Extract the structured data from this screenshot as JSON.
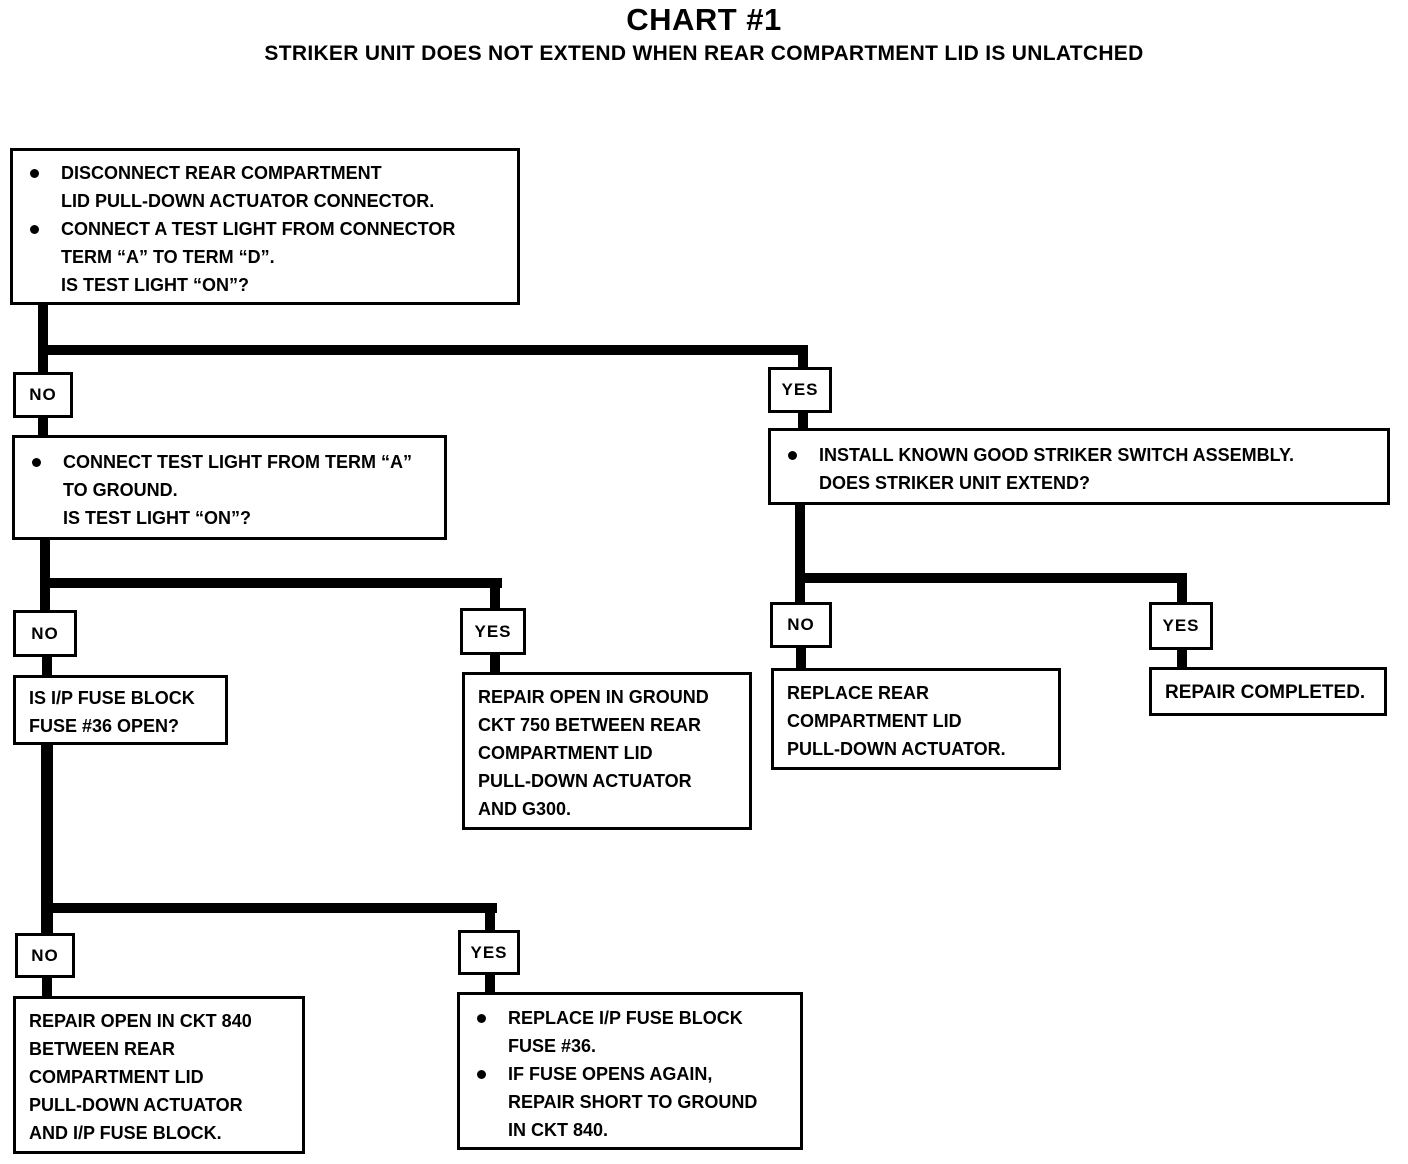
{
  "title": "CHART #1",
  "subtitle": "STRIKER UNIT DOES NOT EXTEND WHEN REAR COMPARTMENT LID IS UNLATCHED",
  "labels": {
    "no": "NO",
    "yes": "YES"
  },
  "colors": {
    "ink": "#000000",
    "paper": "#ffffff"
  },
  "nodes": {
    "start": {
      "lines": [
        {
          "bullet": true,
          "text": "DISCONNECT REAR COMPARTMENT"
        },
        {
          "bullet": false,
          "text": "LID PULL-DOWN ACTUATOR CONNECTOR."
        },
        {
          "bullet": true,
          "text": "CONNECT A TEST LIGHT FROM CONNECTOR"
        },
        {
          "bullet": false,
          "text": "TERM “A” TO TERM “D”."
        },
        {
          "bullet": false,
          "text": "IS TEST LIGHT “ON”?"
        }
      ]
    },
    "connect_ground": {
      "lines": [
        {
          "bullet": true,
          "text": "CONNECT TEST LIGHT FROM TERM “A”"
        },
        {
          "bullet": false,
          "text": "TO GROUND."
        },
        {
          "bullet": false,
          "text": "IS TEST LIGHT “ON”?"
        }
      ]
    },
    "install_striker": {
      "lines": [
        {
          "bullet": true,
          "text": "INSTALL KNOWN GOOD STRIKER SWITCH ASSEMBLY."
        },
        {
          "bullet": false,
          "text": "DOES STRIKER UNIT EXTEND?"
        }
      ]
    },
    "fuse_check": {
      "lines": [
        {
          "bullet": false,
          "text": "IS I/P FUSE BLOCK"
        },
        {
          "bullet": false,
          "text": "FUSE #36 OPEN?"
        }
      ]
    },
    "repair_ckt750": {
      "lines": [
        {
          "bullet": false,
          "text": "REPAIR OPEN IN GROUND"
        },
        {
          "bullet": false,
          "text": "CKT 750 BETWEEN REAR"
        },
        {
          "bullet": false,
          "text": "COMPARTMENT LID"
        },
        {
          "bullet": false,
          "text": "PULL-DOWN ACTUATOR"
        },
        {
          "bullet": false,
          "text": "AND G300."
        }
      ]
    },
    "replace_actuator": {
      "lines": [
        {
          "bullet": false,
          "text": "REPLACE REAR"
        },
        {
          "bullet": false,
          "text": "COMPARTMENT LID"
        },
        {
          "bullet": false,
          "text": "PULL-DOWN ACTUATOR."
        }
      ]
    },
    "repair_completed": {
      "lines": [
        {
          "bullet": false,
          "text": "REPAIR COMPLETED."
        }
      ]
    },
    "repair_ckt840": {
      "lines": [
        {
          "bullet": false,
          "text": "REPAIR OPEN IN CKT 840"
        },
        {
          "bullet": false,
          "text": "BETWEEN REAR"
        },
        {
          "bullet": false,
          "text": "COMPARTMENT LID"
        },
        {
          "bullet": false,
          "text": "PULL-DOWN ACTUATOR"
        },
        {
          "bullet": false,
          "text": "AND I/P FUSE BLOCK."
        }
      ]
    },
    "replace_fuse": {
      "lines": [
        {
          "bullet": true,
          "text": "REPLACE I/P FUSE BLOCK"
        },
        {
          "bullet": false,
          "text": "FUSE #36."
        },
        {
          "bullet": true,
          "text": "IF FUSE OPENS AGAIN,"
        },
        {
          "bullet": false,
          "text": "REPAIR SHORT TO GROUND"
        },
        {
          "bullet": false,
          "text": "IN CKT 840."
        }
      ]
    }
  }
}
